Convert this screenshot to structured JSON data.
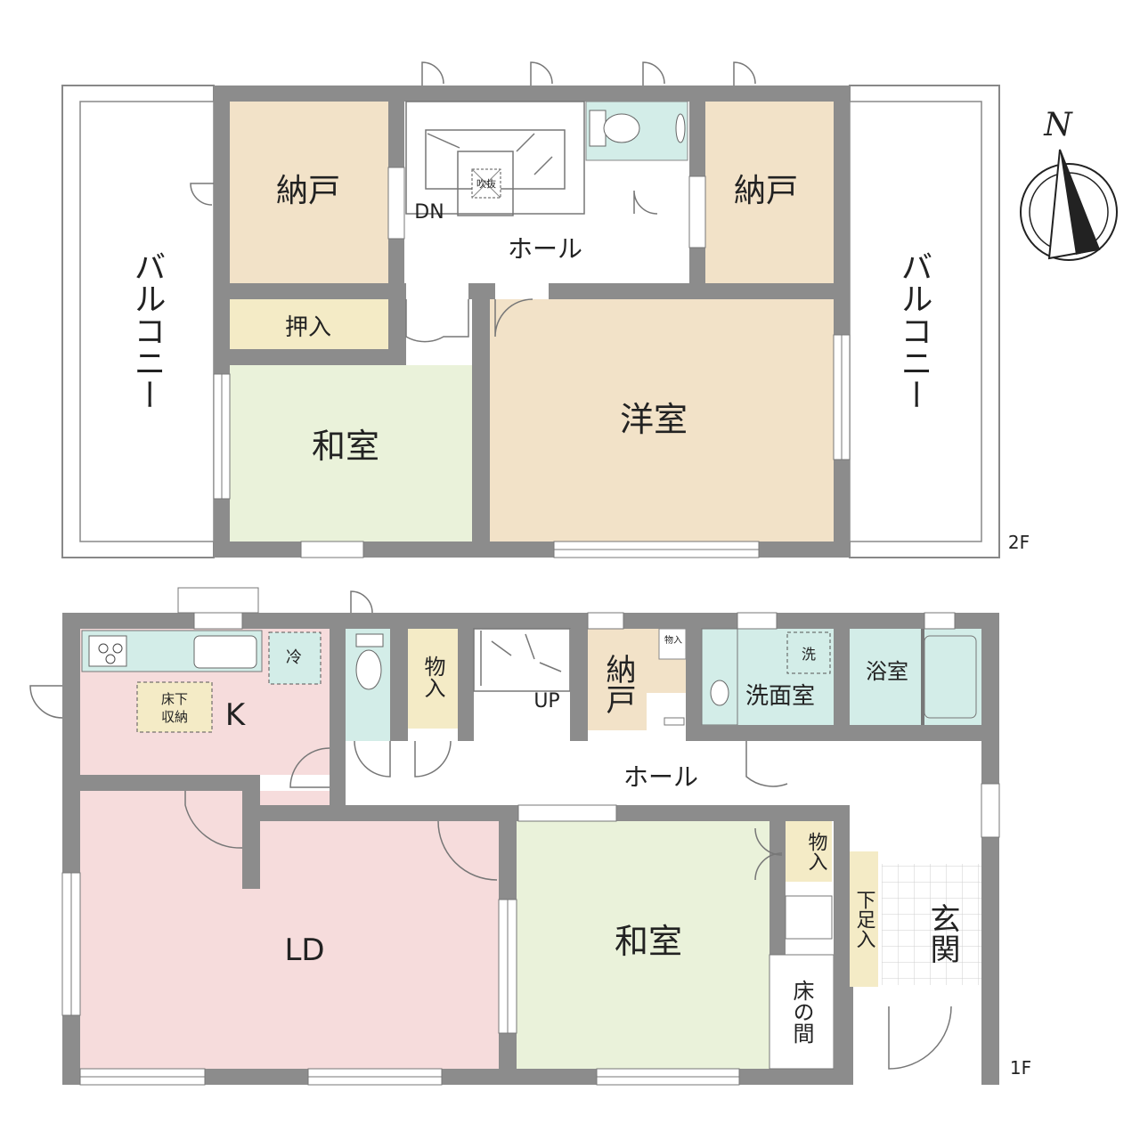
{
  "floor2": {
    "label": "2F",
    "balcony_left": "バルコニー",
    "balcony_right": "バルコニー",
    "storage_left": "納戸",
    "storage_right": "納戸",
    "void": "吹抜",
    "stair_dn": "DN",
    "hall": "ホール",
    "closet": "押入",
    "washitsu": "和室",
    "youshitsu": "洋室"
  },
  "floor1": {
    "label": "1F",
    "kitchen": "K",
    "fridge": "冷",
    "underfloor_line1": "床下",
    "underfloor_line2": "収納",
    "storage_tall": "物入",
    "stair_up": "UP",
    "nando": "納戸",
    "nando_small": "物入",
    "washer": "洗",
    "washroom": "洗面室",
    "bath": "浴室",
    "hall": "ホール",
    "ld": "LD",
    "washitsu": "和室",
    "storage_small": "物入",
    "shoe_box": "下足入",
    "entrance": "玄関",
    "tokonoma": "床の間"
  },
  "compass": {
    "north": "N"
  },
  "colors": {
    "wall": "#8c8c8c",
    "nando": "#f2e2c8",
    "youshitsu": "#f2e2c8",
    "washitsu": "#eaf2da",
    "oshiire": "#f4ebc6",
    "wet": "#d3ede8",
    "ld": "#f6dcdc",
    "kitchen_counter": "#d3ede8"
  }
}
